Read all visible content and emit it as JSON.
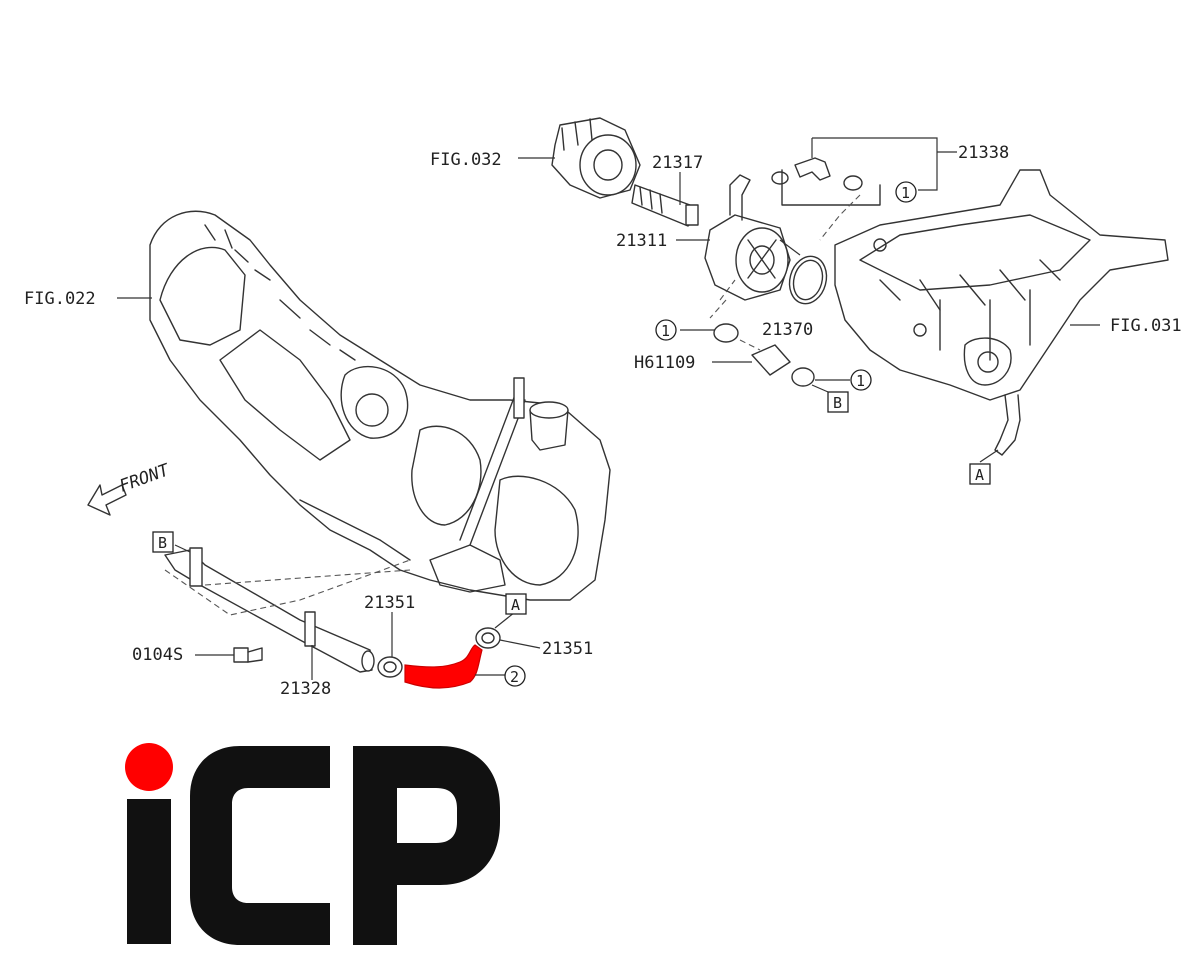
{
  "labels": {
    "fig022": "FIG.022",
    "fig032": "FIG.032",
    "fig031": "FIG.031",
    "p21317": "21317",
    "p21338": "21338",
    "p21311": "21311",
    "p21370": "21370",
    "h61109": "H61109",
    "p0104s": "0104S",
    "p21328": "21328",
    "p21351_left": "21351",
    "p21351_right": "21351",
    "front": "FRONT"
  },
  "ref_boxes": {
    "a_top": "A",
    "a_bottom": "A",
    "b_left": "B",
    "b_right": "B"
  },
  "ref_circles": {
    "c1_top": "1",
    "c1_left": "1",
    "c1_right": "1",
    "c2": "2"
  },
  "highlight": {
    "color": "#ff0000",
    "part": "2"
  },
  "logo": {
    "dot_color": "#ff0000",
    "letter_color": "#111111"
  }
}
